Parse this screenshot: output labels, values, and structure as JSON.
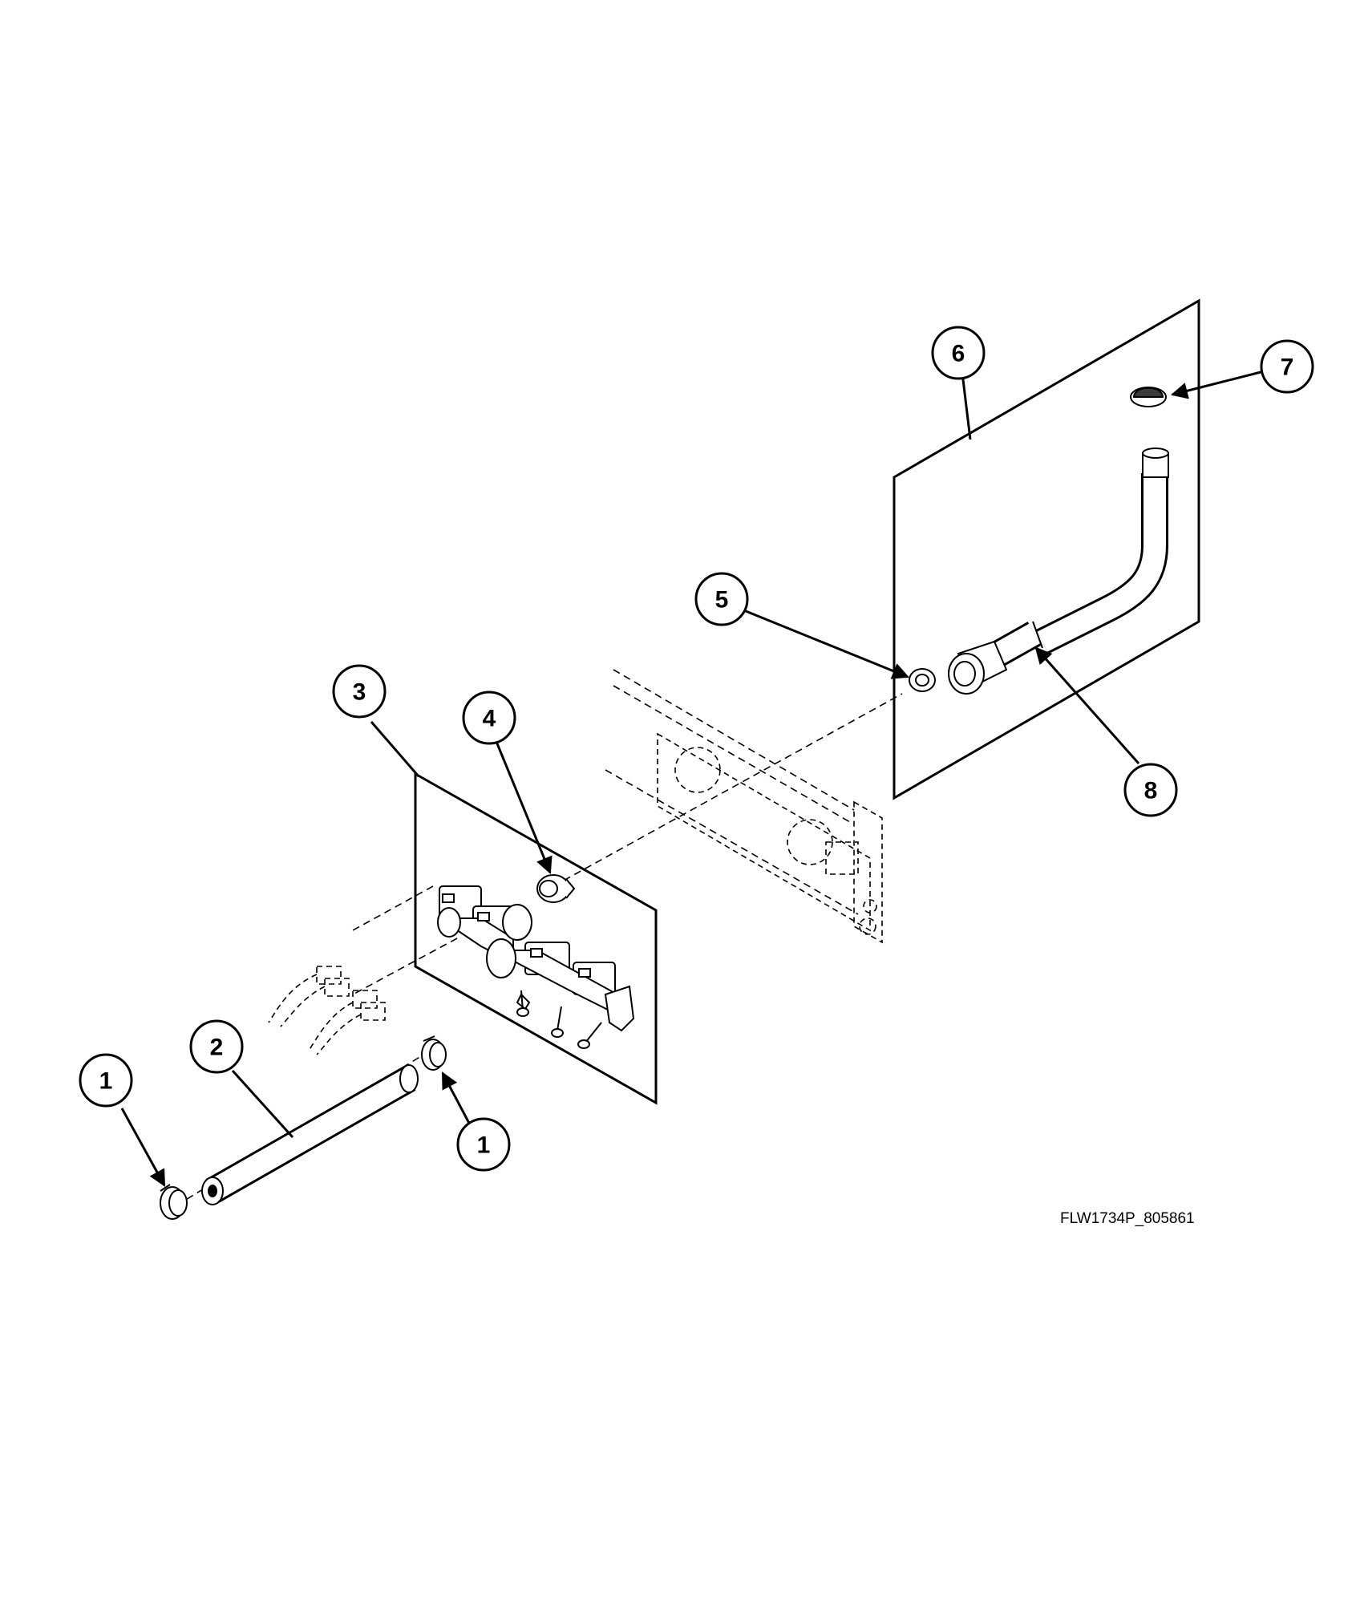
{
  "callouts": {
    "c1a": "1",
    "c1b": "1",
    "c2": "2",
    "c3": "3",
    "c4": "4",
    "c5": "5",
    "c6": "6",
    "c7": "7",
    "c8": "8"
  },
  "reference_code": "FLW1734P_805861",
  "colors": {
    "ink": "#000000",
    "background": "#ffffff"
  }
}
